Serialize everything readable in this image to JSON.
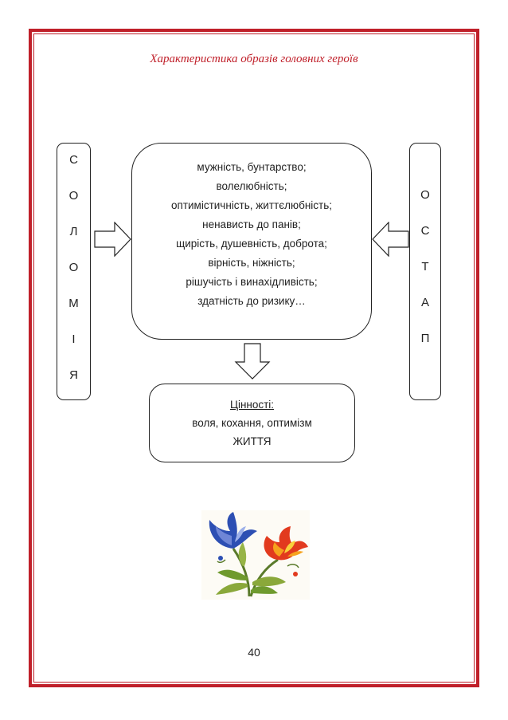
{
  "page": {
    "title": "Характеристика образів головних героїв",
    "page_number": "40"
  },
  "left_box": {
    "letters": [
      "С",
      "О",
      "Л",
      "О",
      "М",
      "І",
      "Я"
    ]
  },
  "right_box": {
    "letters": [
      "О",
      "С",
      "Т",
      "А",
      "П"
    ]
  },
  "center_box": {
    "lines": [
      "мужність, бунтарство;",
      "волелюбність;",
      "оптимістичність, життєлюбність;",
      "ненависть до панів;",
      "щирість, душевність, доброта;",
      "вірність, ніжність;",
      "рішучість і винахідливість;",
      "здатність до ризику…"
    ]
  },
  "values_box": {
    "heading": "Цінності:",
    "line1": "воля, кохання, оптимізм",
    "line2": "ЖИТТЯ"
  },
  "colors": {
    "frame": "#c0202a",
    "title": "#c0202a",
    "text": "#222222"
  },
  "icons": {
    "left_arrow": "arrow-right-outline-icon",
    "right_arrow": "arrow-left-outline-icon",
    "down_arrow": "arrow-down-outline-icon",
    "ornament": "petrykivka-flower-ornament"
  }
}
